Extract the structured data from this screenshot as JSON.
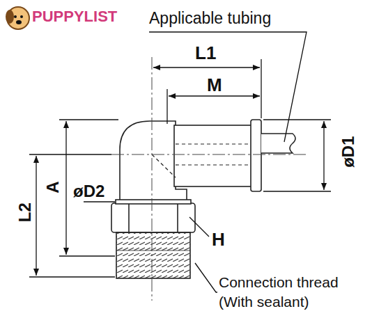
{
  "diagram": {
    "labels": [
      "PUPPYLIST",
      "Applicable tubing",
      "L1",
      "M",
      "øD1",
      "A",
      "øD2",
      "L2",
      "H",
      "Connection thread (With sealant)"
    ]
  }
}
